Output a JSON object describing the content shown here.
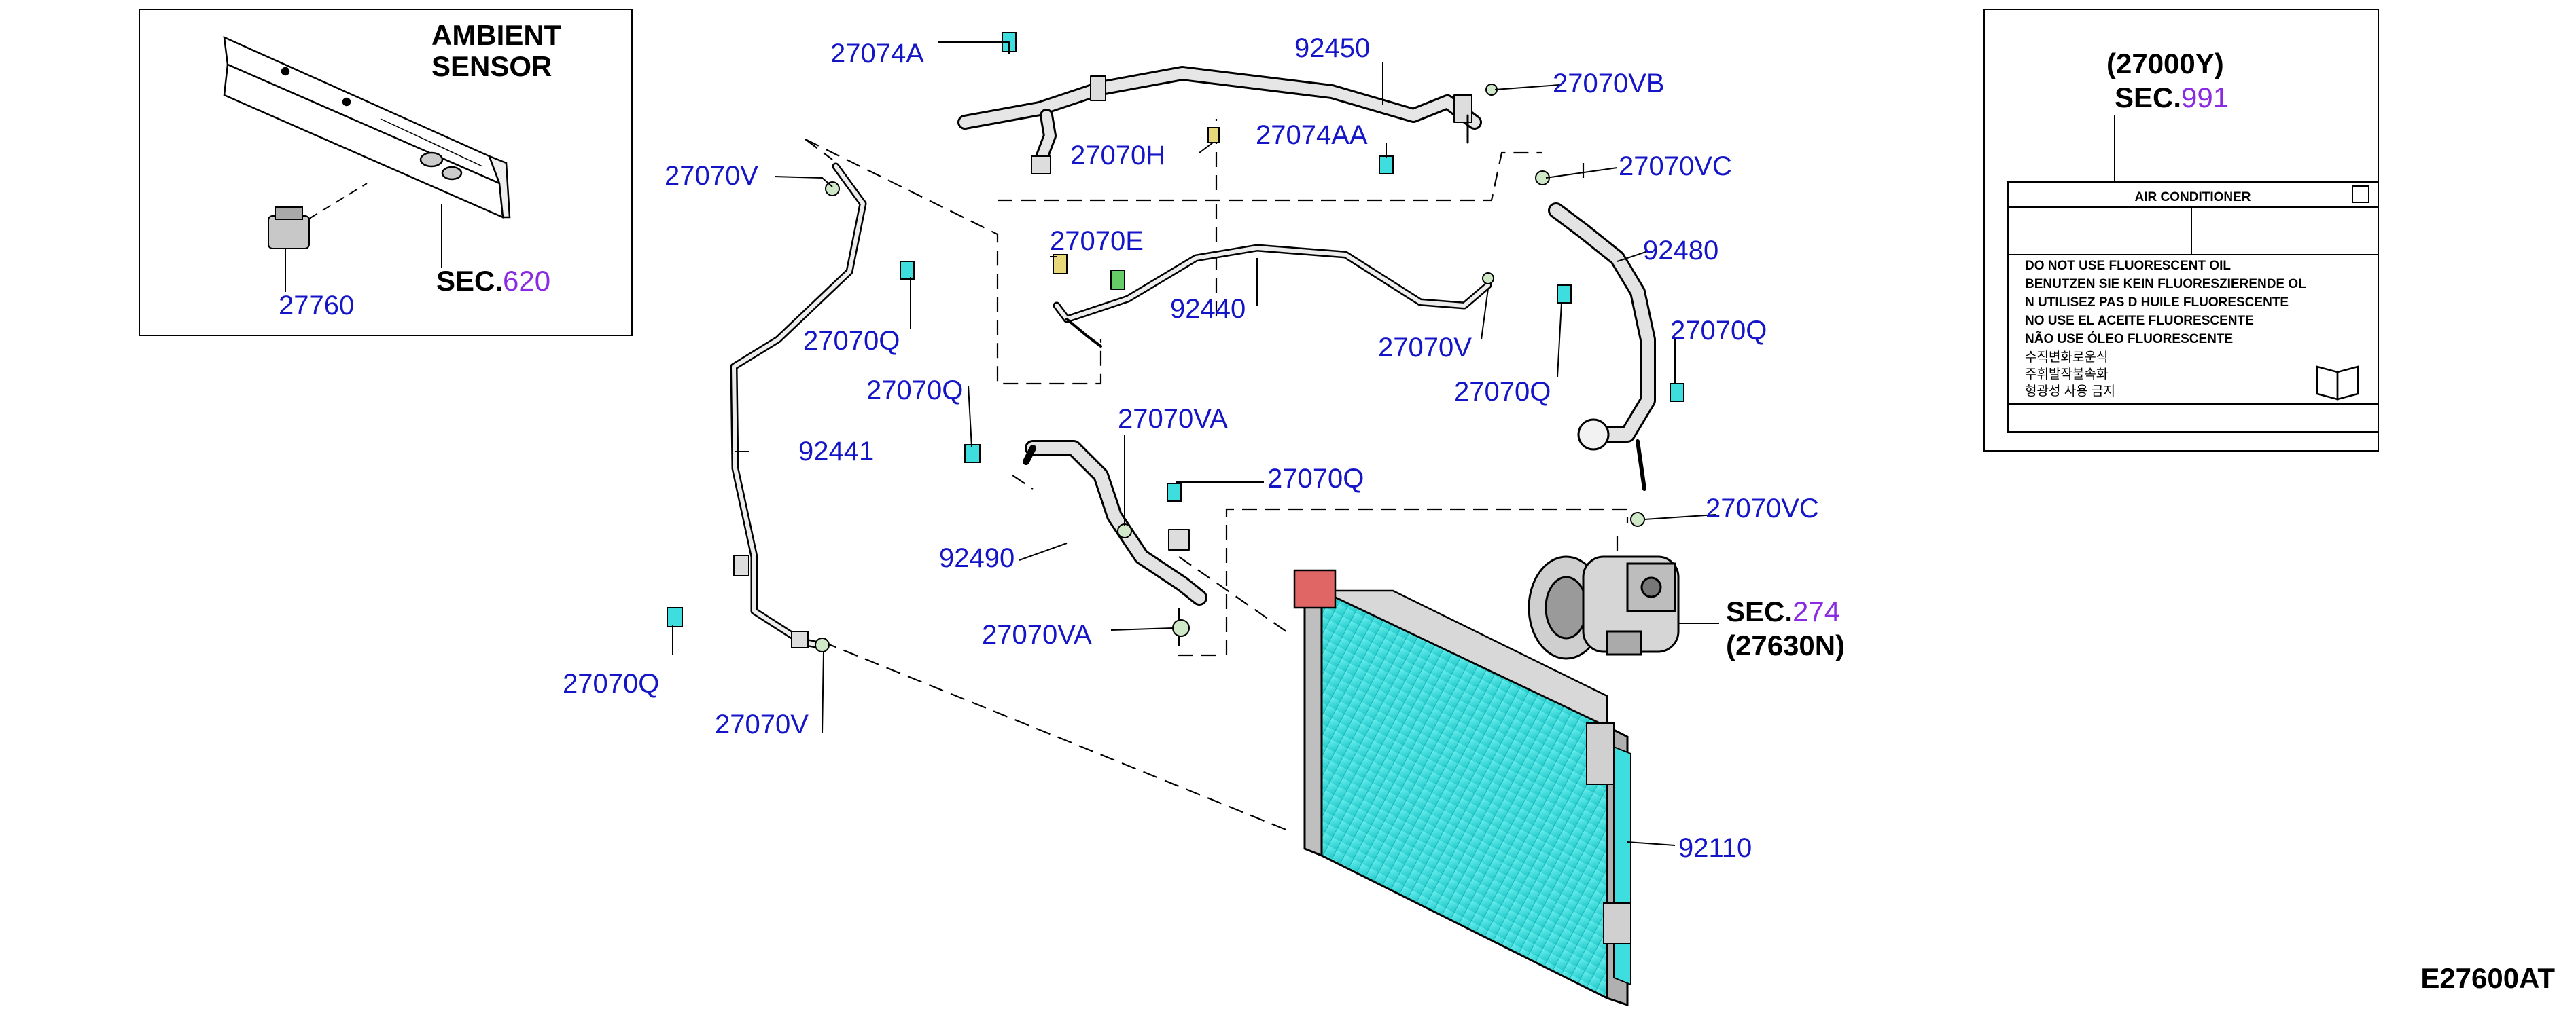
{
  "colors": {
    "callout": "#1515c8",
    "section": "#8a2be2",
    "radiator": "#3fdede",
    "line": "#000000",
    "part": "#d9d9d9"
  },
  "inset_sensor": {
    "title_line1": "AMBIENT",
    "title_line2": "SENSOR",
    "part_no": "27760",
    "sec_prefix": "SEC.",
    "sec_no": "620"
  },
  "inset_label": {
    "part_no": "(27000Y)",
    "sec_prefix": "SEC.",
    "sec_no": "991",
    "header": "AIR CONDITIONER",
    "lines": [
      "DO NOT USE FLUORESCENT OIL",
      "BENUTZEN SIE KEIN FLUORESZIERENDE OL",
      "N UTILISEZ PAS D HUILE FLUORESCENTE",
      "NO USE EL ACEITE FLUORESCENTE",
      "NÃO USE ÓLEO FLUORESCENTE",
      "수직변화로운식",
      "주휘발작불속화",
      "형광성 사용 금지"
    ]
  },
  "callouts": {
    "c27074A": "27074A",
    "c92450": "92450",
    "c27070VB": "27070VB",
    "c27074AA": "27074AA",
    "c27070H": "27070H",
    "c27070V_top": "27070V",
    "c27070VC_top": "27070VC",
    "c92480": "92480",
    "c27070E": "27070E",
    "c92440": "92440",
    "c27070Q_1": "27070Q",
    "c27070V_mid": "27070V",
    "c27070Q_2": "27070Q",
    "c27070Q_3": "27070Q",
    "c27070Q_4": "27070Q",
    "c27070VA_top": "27070VA",
    "c92441": "92441",
    "c27070Q_5": "27070Q",
    "c27070VC_bot": "27070VC",
    "c92490": "92490",
    "c27070VA_bot": "27070VA",
    "c27070Q_6": "27070Q",
    "c27070V_bot": "27070V",
    "c92110": "92110"
  },
  "compressor": {
    "sec_prefix": "SEC.",
    "sec_no": "274",
    "part_no": "(27630N)"
  },
  "diagram_code": "E27600AT"
}
